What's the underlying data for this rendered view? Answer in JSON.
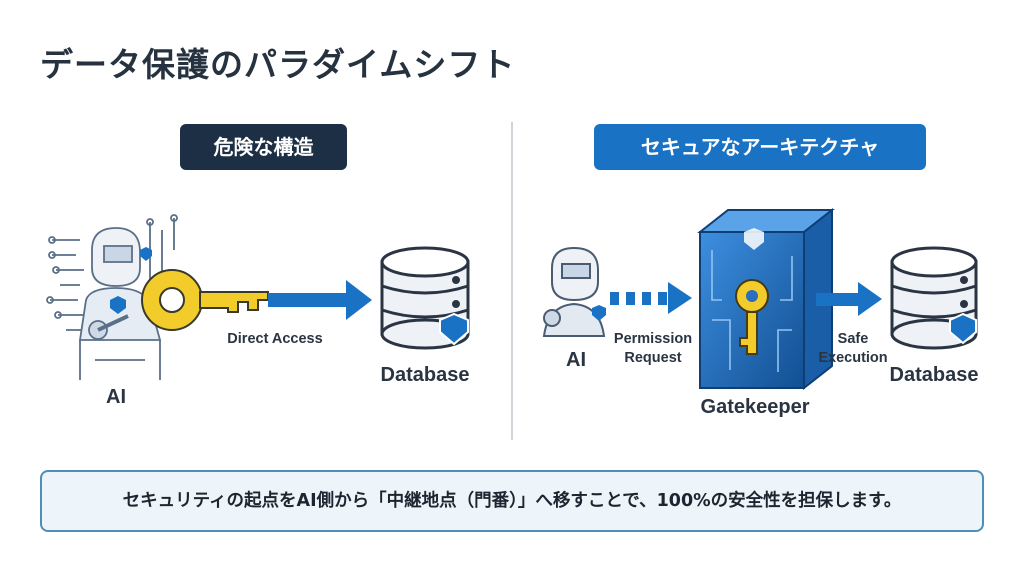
{
  "title": "データ保護のパラダイムシフト",
  "left": {
    "badge": "危険な構造",
    "ai_label": "AI",
    "arrow_label": "Direct Access",
    "db_label": "Database"
  },
  "right": {
    "badge": "セキュアなアーキテクチャ",
    "ai_label": "AI",
    "request_label_line1": "Permission",
    "request_label_line2": "Request",
    "gate_label": "Gatekeeper",
    "exec_label_line1": "Safe",
    "exec_label_line2": "Execution",
    "db_label": "Database"
  },
  "footer": "セキュリティの起点をAI側から「中継地点（門番）」へ移すことで、100%の安全性を担保します。",
  "colors": {
    "navy": "#1d2f45",
    "blue": "#1a72c4",
    "key_yellow": "#f2cc2a",
    "footer_border": "#4d8fb8"
  }
}
